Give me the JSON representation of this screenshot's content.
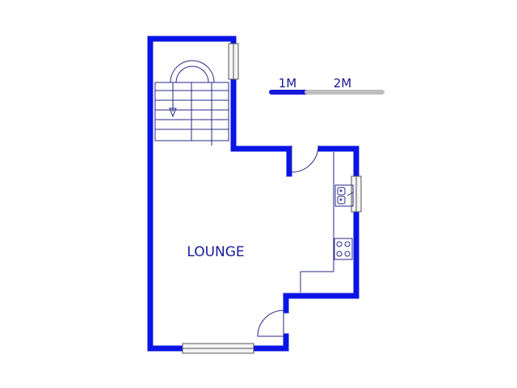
{
  "plan": {
    "room_label": "LOUNGE",
    "scale_bar": {
      "label_1": "1M",
      "label_2": "2M"
    },
    "colors": {
      "wall": "#0a14e6",
      "fixture_line": "#2a2a8a",
      "scale_segment_1": "#1818d8",
      "scale_segment_2": "#bdbdbd",
      "text": "#1a1a9a",
      "window_fill": "#f4f4f4",
      "window_stroke": "#555555"
    }
  }
}
